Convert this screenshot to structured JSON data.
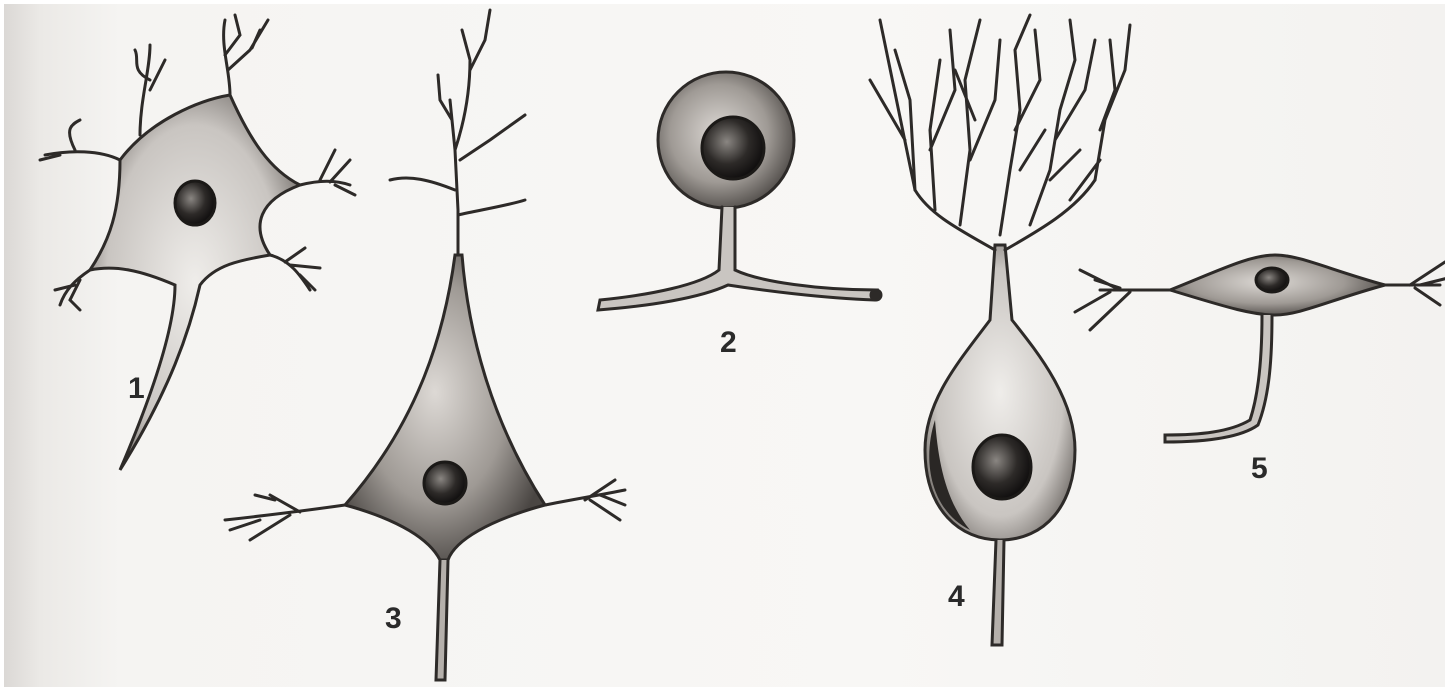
{
  "figure": {
    "labels": {
      "neuron_1": "1",
      "neuron_2": "2",
      "neuron_3": "3",
      "neuron_4": "4",
      "neuron_5": "5"
    }
  }
}
